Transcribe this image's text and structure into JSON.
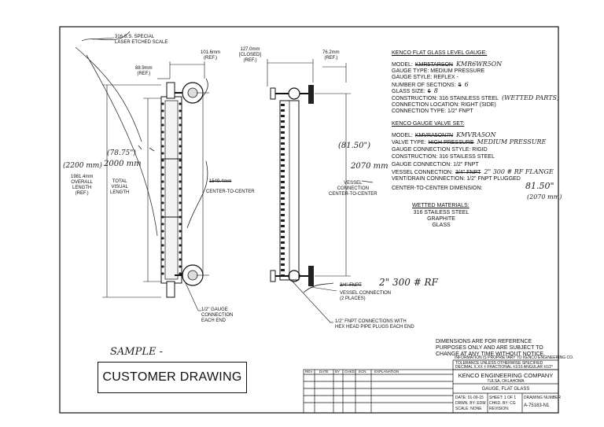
{
  "notes": {
    "laser": "316 S.S. SPECIAL\nLASER ETCHED SCALE",
    "dim1": "101.6mm\n(REF.)",
    "dim2": "88.9mm\n(REF.)",
    "dim3": "127.0mm\n[CLOSED]\n(REF.)",
    "dim4": "76.2mm\n(REF.)",
    "overall": "1981.4mm\nOVERALL\nLENGTH\n(REF.)",
    "total_visual": "TOTAL\nVISUAL\nLENGTH",
    "center_left": "CENTER-TO-CENTER",
    "center_left_dim": "1549.4mm",
    "vessel_ctc": "VESSEL\nCONNECTION\nCENTER-TO-CENTER",
    "gauge_conn": "1/2\" GAUGE\nCONNECTION\nEACH END",
    "fnpt_conn": "1/2\" FNPT CONNECTIONS WITH\nHEX HEAD PIPE PLUGS EACH END",
    "vessel_conn": "VESSEL CONNECTION\n(2 PLACES)",
    "vessel_conn_struck": "3/4\" FNPT",
    "disclaimer": "DIMENSIONS ARE FOR REFERENCE\nPURPOSES ONLY AND ARE SUBJECT TO\nCHANGE AT ANY TIME WITHOUT NOTICE."
  },
  "gauge_spec": {
    "heading": "KENCO FLAT GLASS LEVEL GAUGE:",
    "lines": [
      {
        "label": "MODEL:",
        "struck": "KMR5TARSON",
        "hand": "KMR6WR5ON"
      },
      {
        "label": "GAUGE TYPE: MEDIUM PRESSURE",
        "struck": "",
        "hand": ""
      },
      {
        "label": "GAUGE STYLE: REFLEX -",
        "struck": "",
        "hand": ""
      },
      {
        "label": "NUMBER OF SECTIONS:",
        "struck": "5",
        "hand": "6"
      },
      {
        "label": "GLASS SIZE:",
        "struck": "6",
        "hand": "8"
      },
      {
        "label": "CONSTRUCTION: 316 STAINLESS STEEL",
        "struck": "",
        "hand": "(WETTED PARTS)"
      },
      {
        "label": "CONNECTION LOCATION: RIGHT (SIDE)",
        "struck": "",
        "hand": ""
      },
      {
        "label": "CONNECTION TYPE: 1/2\" FNPT",
        "struck": "",
        "hand": ""
      }
    ]
  },
  "valve_spec": {
    "heading": "KENCO GAUGE VALVE SET:",
    "lines": [
      {
        "label": "MODEL:",
        "struck": "KMVRA5ON7N",
        "hand": "KMVRA5ON"
      },
      {
        "label": "VALVE TYPE:",
        "struck": "HIGH PRESSURE",
        "hand": "MEDIUM PRESSURE"
      },
      {
        "label": "GAUGE CONNECTION STYLE: RIGID",
        "struck": "",
        "hand": ""
      },
      {
        "label": "CONSTRUCTION: 316 STAILESS STEEL",
        "struck": "",
        "hand": ""
      },
      {
        "label": "GAUGE CONNECTION: 1/2\" FNPT",
        "struck": "",
        "hand": ""
      },
      {
        "label": "VESSEL CONNECTION:",
        "struck": "3/4\" FNPT",
        "hand": "2\" 300 # RF FLANGE"
      },
      {
        "label": "VENT/DRAIN CONNECTION: 1/2\" FNPT PLUGGED",
        "struck": "",
        "hand": ""
      }
    ],
    "ctc_label": "CENTER-TO-CENTER DIMENSION:",
    "ctc_hand": "81.50\"",
    "ctc_hand2": "(2070 mm)"
  },
  "materials": {
    "heading": "WETTED MATERIALS:",
    "items": [
      "316 STAILESS STEEL",
      "GRAPHITE",
      "GLASS"
    ]
  },
  "handwriting": {
    "visual_a": "(78.75\")",
    "visual_b": "2000 mm",
    "overall_a": "(2200 mm)",
    "vessel_a": "(81.50\")",
    "vessel_b": "2070 mm",
    "flange": "2\" 300 # RF",
    "sample": "SAMPLE -"
  },
  "title_block": {
    "customer": "CUSTOMER DRAWING",
    "proprietary": "INFORMATION IS PROPRIETARY TO KENCO ENGINEERING CO.",
    "tolerance_a": "TOLERANCE UNLESS OTHERWISE SPECIFIED",
    "tolerance_b": "DECIMAL  X.XX ±   FRACTIONAL  ±1/16  ANGULAR  ±1/2°",
    "company": "KENCO ENGINEERING COMPANY",
    "city": "TULSA, OKLAHOMA",
    "part": "GAUGE, FLAT GLASS",
    "date": "DATE: 01-09-15",
    "drwn": "DRWN. BY: EDM",
    "scale": "SCALE: NONE",
    "sheet": "SHEET: 1 OF 1",
    "chkd": "CHKD. BY: CG",
    "revision": "REVISION:",
    "drawing_number_label": "DRAWING NUMBER",
    "drawing_number": "A-75183-N1",
    "rev_cols": [
      "REV.",
      "DATE",
      "BY",
      "CHKD.",
      "ECN",
      "EXPLANATION"
    ]
  }
}
